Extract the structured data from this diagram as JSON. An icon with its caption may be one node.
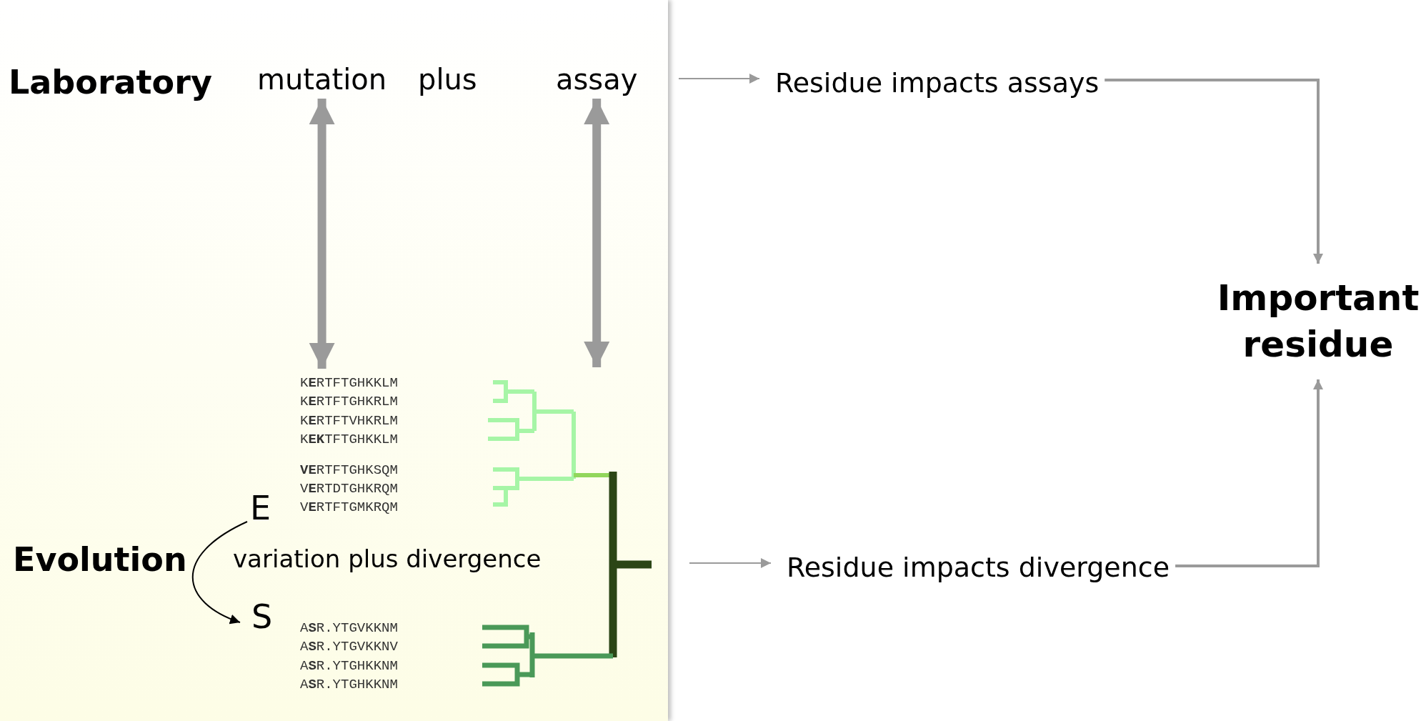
{
  "diagram": {
    "nodes": [
      {
        "text": [
          "mutation"
        ]
      },
      {
        "text": [
          "assay"
        ]
      },
      {
        "text": [
          "K**E**RTFTGHKKLM",
          "K**E**RTFTGHKRLM",
          "K**E**RTFTVHKRLM",
          "K**EK**TFTGHKKLM",
          "**VE**RTFTGHKSQM",
          "V**E**RTDTGHKRQM",
          "V**E**RTFTGMKRQM",
          "A**S**R.YTGVKKNM",
          "A**S**R.YTGVKKNV",
          "A**S**R.YTGHKKNM",
          "A**S**R.YTGHKKNM"
        ]
      },
      {
        "text": [],
        "shape": "picture"
      },
      {
        "text": [
          "E"
        ]
      },
      {
        "text": [
          "S"
        ]
      },
      {
        "text": [
          "variation plus divergence"
        ]
      },
      {
        "text": [
          "Residue impacts assays"
        ]
      },
      {
        "text": [
          "Residue impacts divergence"
        ]
      },
      {
        "text": [
          "Important residue"
        ]
      }
    ],
    "edges": [
      {
        "from": 0,
        "to": 2,
        "arrow": "both",
        "style": "thick"
      },
      {
        "from": 1,
        "to": 3,
        "arrow": "both",
        "style": "thick"
      },
      {
        "from": 4,
        "to": 5,
        "arrow": "to",
        "color": "#000000"
      },
      {
        "from": null,
        "to": 7,
        "arrow": "to"
      },
      {
        "from": null,
        "to": 8,
        "arrow": "to"
      },
      {
        "from": 7,
        "to": 9,
        "arrow": "to"
      },
      {
        "from": 8,
        "to": 9,
        "arrow": "to"
      }
    ],
    "labels": [
      "Laboratory",
      "plus",
      "Evolution"
    ]
  }
}
